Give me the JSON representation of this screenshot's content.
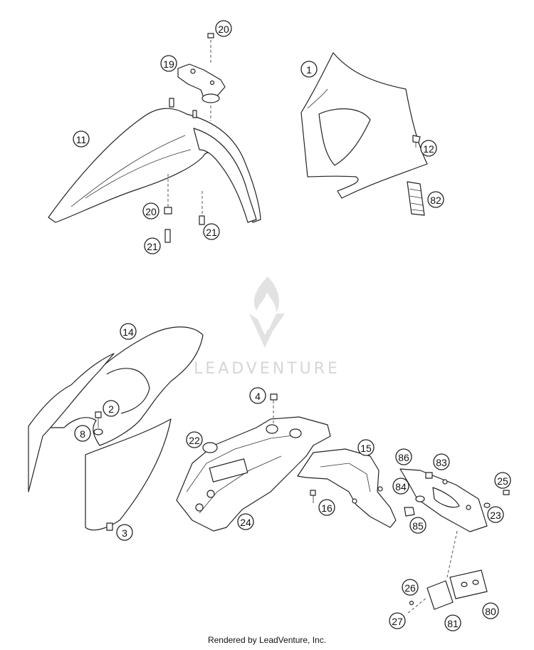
{
  "watermark": {
    "text": "LEADVENTURE",
    "logo": "flame-v-logo"
  },
  "footer": {
    "text": "Rendered by LeadVenture, Inc."
  },
  "callouts": [
    {
      "id": "c20a",
      "label": "20"
    },
    {
      "id": "c19",
      "label": "19"
    },
    {
      "id": "c1",
      "label": "1"
    },
    {
      "id": "c11",
      "label": "11"
    },
    {
      "id": "c12",
      "label": "12"
    },
    {
      "id": "c82",
      "label": "82"
    },
    {
      "id": "c20b",
      "label": "20"
    },
    {
      "id": "c21a",
      "label": "21"
    },
    {
      "id": "c21b",
      "label": "21"
    },
    {
      "id": "c14",
      "label": "14"
    },
    {
      "id": "c4",
      "label": "4"
    },
    {
      "id": "c2",
      "label": "2"
    },
    {
      "id": "c8",
      "label": "8"
    },
    {
      "id": "c22",
      "label": "22"
    },
    {
      "id": "c15",
      "label": "15"
    },
    {
      "id": "c86",
      "label": "86"
    },
    {
      "id": "c83",
      "label": "83"
    },
    {
      "id": "c25",
      "label": "25"
    },
    {
      "id": "c84",
      "label": "84"
    },
    {
      "id": "c16",
      "label": "16"
    },
    {
      "id": "c23",
      "label": "23"
    },
    {
      "id": "c24",
      "label": "24"
    },
    {
      "id": "c85",
      "label": "85"
    },
    {
      "id": "c3",
      "label": "3"
    },
    {
      "id": "c26",
      "label": "26"
    },
    {
      "id": "c80",
      "label": "80"
    },
    {
      "id": "c27",
      "label": "27"
    },
    {
      "id": "c81",
      "label": "81"
    }
  ]
}
